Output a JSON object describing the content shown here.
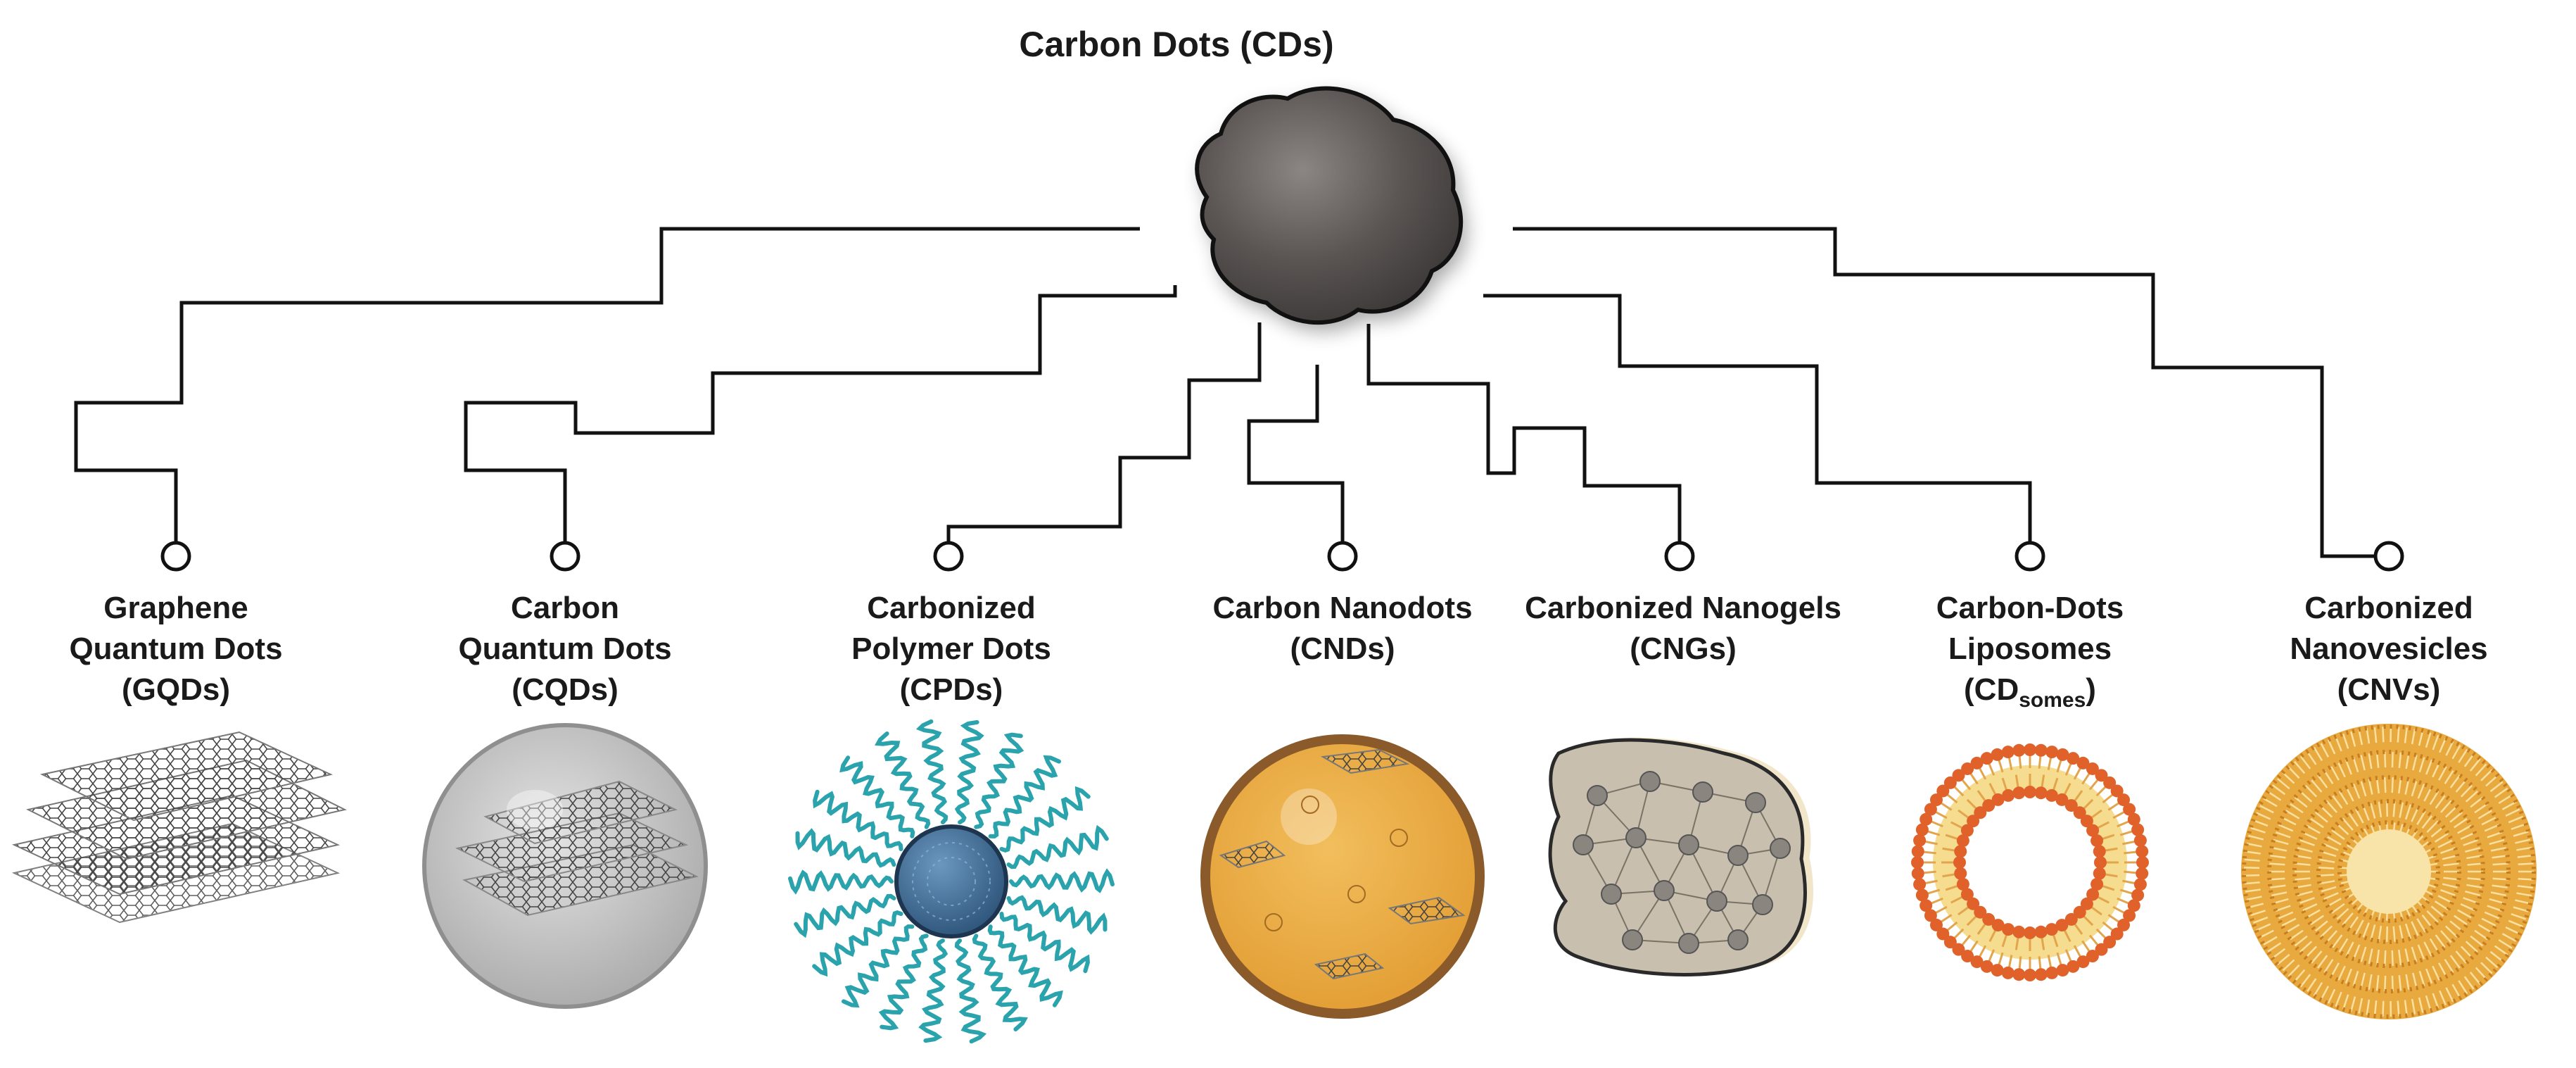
{
  "title": "Carbon Dots (CDs)",
  "categories": [
    {
      "lines": [
        "Graphene",
        "Quantum Dots",
        "(GQDs)"
      ],
      "illustration": "stacked-graphene-sheets-icon"
    },
    {
      "lines": [
        "Carbon",
        "Quantum Dots",
        "(CQDs)"
      ],
      "illustration": "quantum-dot-sphere-icon"
    },
    {
      "lines": [
        "Carbonized",
        "Polymer Dots",
        "(CPDs)"
      ],
      "illustration": "polymer-dot-core-icon"
    },
    {
      "lines": [
        "Carbon Nanodots",
        "(CNDs)"
      ],
      "illustration": "nanodot-sphere-icon"
    },
    {
      "lines": [
        "Carbonized Nanogels",
        "(CNGs)"
      ],
      "illustration": "nanogel-network-icon"
    },
    {
      "lines": [
        "Carbon-Dots",
        "Liposomes"
      ],
      "last": {
        "main": "(CD",
        "sub": "somes",
        "end": ")"
      },
      "illustration": "liposome-bilayer-icon"
    },
    {
      "lines": [
        "Carbonized",
        "Nanovesicles",
        "(CNVs)"
      ],
      "illustration": "nanovesicle-multilayer-icon"
    }
  ],
  "colors": {
    "line": "#111111",
    "blob": "#5a5553",
    "teal": "#2aa3ad",
    "sphere_blue": "#3c6d99",
    "orange": "#e8a93f",
    "orange_rim": "#8a5a2a",
    "bead": "#e0622a",
    "gel": "#c8bfae"
  }
}
